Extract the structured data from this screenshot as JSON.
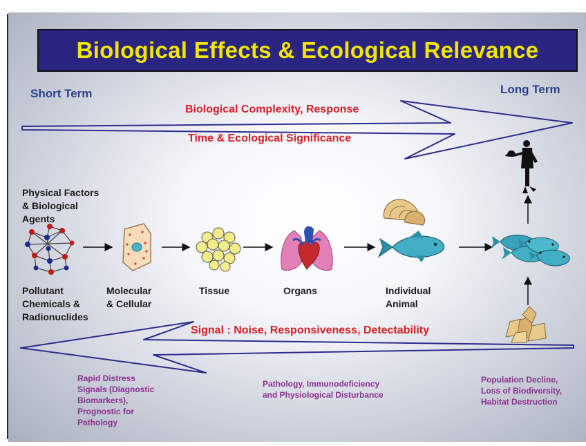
{
  "title": "Biological Effects & Ecological Relevance",
  "short_term": "Short Term",
  "long_term": "Long Term",
  "top_arrow": {
    "line1": "Biological Complexity, Response",
    "line2": "Time & Ecological Significance"
  },
  "bottom_arrow": {
    "label": "Signal : Noise, Responsiveness, Detectability"
  },
  "physical_factors": {
    "line1": "Physical Factors",
    "line2": "& Biological",
    "line3": "Agents"
  },
  "stages": {
    "pollutant": {
      "line1": "Pollutant",
      "line2": "Chemicals &",
      "line3": "Radionuclides"
    },
    "molecular": {
      "line1": "Molecular",
      "line2": "& Cellular"
    },
    "tissue": {
      "line1": "Tissue"
    },
    "organs": {
      "line1": "Organs"
    },
    "individual": {
      "line1": "Individual",
      "line2": "Animal"
    }
  },
  "outcomes": {
    "rapid": {
      "line1": "Rapid Distress",
      "line2": "Signals (Diagnostic",
      "line3": "Biomarkers),",
      "line4": "Prognostic for",
      "line5": "Pathology"
    },
    "pathology": {
      "line1": "Pathology, Immunodeficiency",
      "line2": "and Physiological Disturbance"
    },
    "population": {
      "line1": "Population Decline,",
      "line2": "Loss of Biodiversity,",
      "line3": "Habitat Destruction"
    }
  },
  "icons": [
    "molecule-icon",
    "cell-icon",
    "tissue-icon",
    "organs-icon",
    "shell-icon",
    "fish-icon",
    "fish-school-icon",
    "waiter-icon",
    "shells-pile-icon"
  ],
  "colors": {
    "title_bg": "#2a2580",
    "title_text": "#f2e600",
    "arrow": "#2c2c8c",
    "red_text": "#d81f26",
    "blue_text": "#2a3f8f",
    "purple_text": "#8b2f8e"
  }
}
